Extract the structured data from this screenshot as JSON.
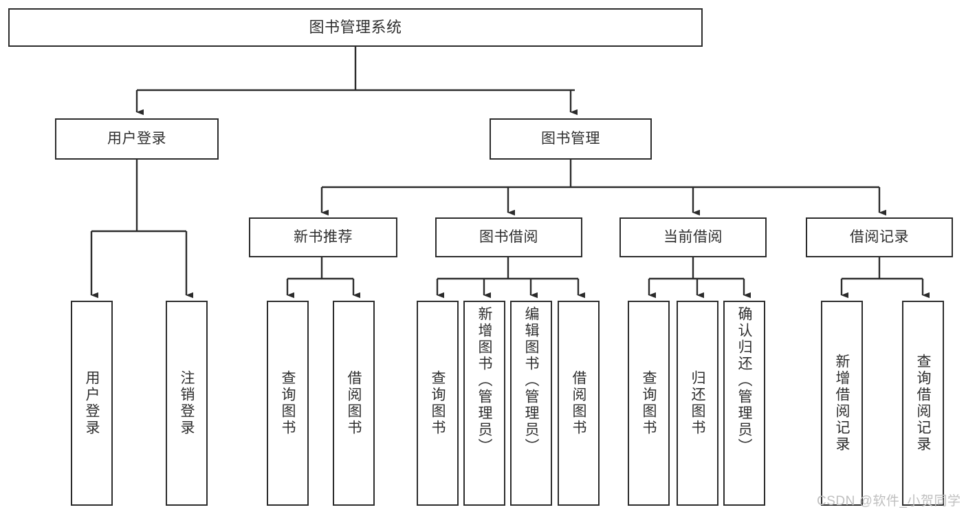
{
  "diagram": {
    "title": "图书管理系统",
    "type": "hierarchy-tree",
    "watermark": "CSDN @软件_小贺同学",
    "colors": {
      "box_border": "#2b2b2b",
      "box_fill": "#ffffff",
      "text": "#2e2e2e",
      "connector": "#2b2b2b",
      "watermark": "#bfbfbf",
      "background": "#ffffff"
    },
    "nodes": {
      "root": {
        "label": "图书管理系统"
      },
      "level1": [
        {
          "label": "用户登录"
        },
        {
          "label": "图书管理"
        }
      ],
      "level2": [
        {
          "label": "新书推荐"
        },
        {
          "label": "图书借阅"
        },
        {
          "label": "当前借阅"
        },
        {
          "label": "借阅记录"
        }
      ],
      "leaves": {
        "user_login": [
          {
            "label": "用户登录"
          },
          {
            "label": "注销登录"
          }
        ],
        "new_book_recommend": [
          {
            "label": "查询图书"
          },
          {
            "label": "借阅图书"
          }
        ],
        "book_borrow": [
          {
            "label": "查询图书"
          },
          {
            "label": "新增图书（管理员）"
          },
          {
            "label": "编辑图书（管理员）"
          },
          {
            "label": "借阅图书"
          }
        ],
        "current_borrow": [
          {
            "label": "查询图书"
          },
          {
            "label": "归还图书"
          },
          {
            "label": "确认归还（管理员）"
          }
        ],
        "borrow_records": [
          {
            "label": "新增借阅记录"
          },
          {
            "label": "查询借阅记录"
          }
        ]
      }
    }
  }
}
